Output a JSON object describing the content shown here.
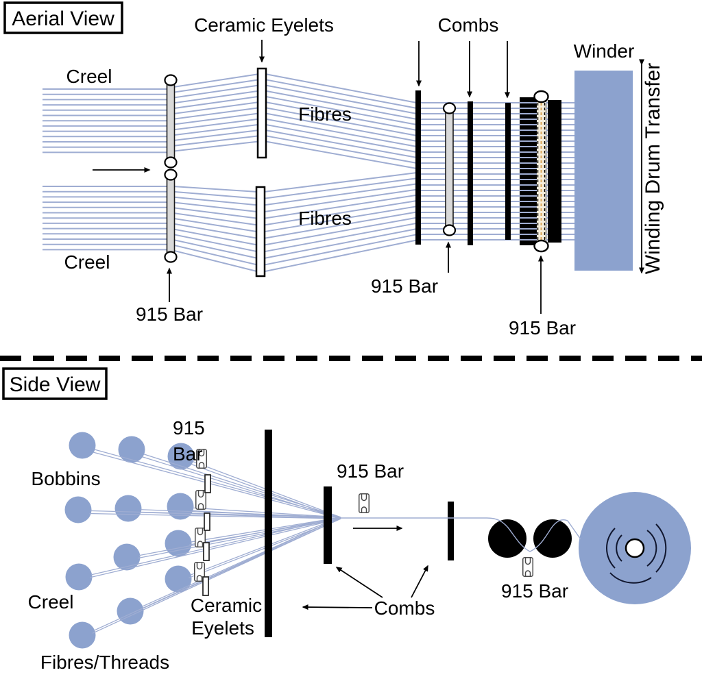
{
  "aerial": {
    "title": "Aerial View",
    "labels": {
      "creel_top": "Creel",
      "creel_bottom": "Creel",
      "ceramic_eyelets": "Ceramic Eyelets",
      "fibres_top": "Fibres",
      "fibres_bottom": "Fibres",
      "combs": "Combs",
      "bar915_left": "915 Bar",
      "bar915_mid": "915 Bar",
      "bar915_right": "915 Bar",
      "winder": "Winder",
      "winding_drum_transfer": "Winding Drum Transfer"
    }
  },
  "side": {
    "title": "Side View",
    "labels": {
      "bobbins": "Bobbins",
      "bar915_creel_line1": "915",
      "bar915_creel_line2": "Bar",
      "creel": "Creel",
      "ceramic_line1": "Ceramic",
      "ceramic_line2": "Eyelets",
      "fibres_threads": "Fibres/Threads",
      "bar915_mid": "915 Bar",
      "bar915_rollers": "915 Bar",
      "combs": "Combs"
    }
  },
  "colors": {
    "fibre_blue": "#9fadd2",
    "component_blue": "#8ca2ce",
    "bar_grey": "#d9d9d9",
    "guide_bar_cream": "#f6eedb",
    "guide_bar_accent": "#d9a55a",
    "ink": "#000000"
  }
}
